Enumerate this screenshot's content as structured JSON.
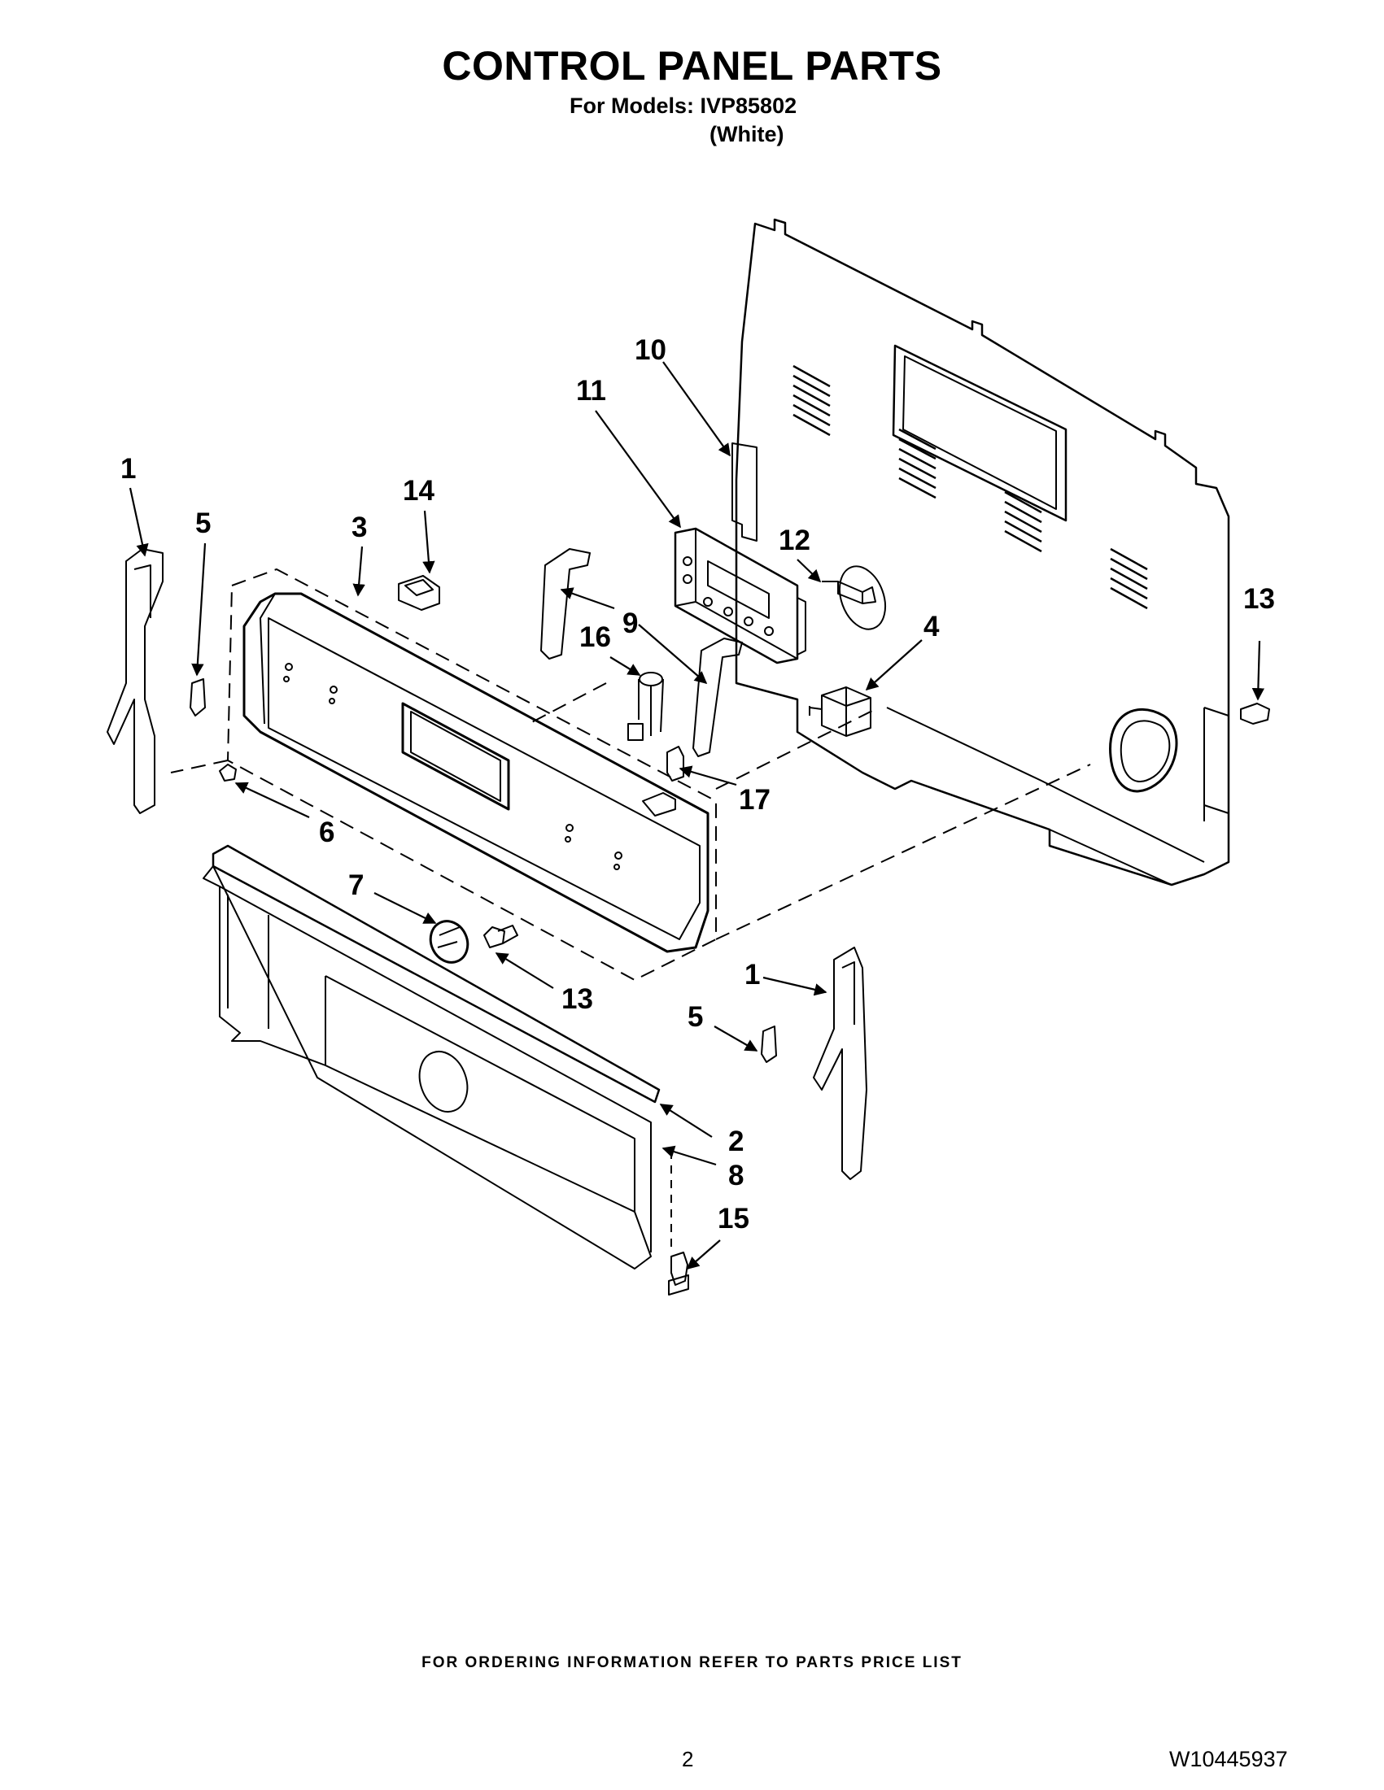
{
  "header": {
    "title": "CONTROL PANEL PARTS",
    "models_line": "For Models: IVP85802",
    "color_line": "(White)"
  },
  "callouts": {
    "c1_left": "1",
    "c5_left": "5",
    "c3": "3",
    "c14": "14",
    "c11": "11",
    "c10": "10",
    "c12": "12",
    "c16": "16",
    "c9": "9",
    "c4": "4",
    "c13_right": "13",
    "c17": "17",
    "c6": "6",
    "c7": "7",
    "c13_center": "13",
    "c1_right": "1",
    "c5_right": "5",
    "c2": "2",
    "c8": "8",
    "c15": "15"
  },
  "footer": {
    "ordering_note": "FOR ORDERING INFORMATION REFER TO PARTS PRICE LIST",
    "page_number": "2",
    "document_number": "W10445937"
  }
}
